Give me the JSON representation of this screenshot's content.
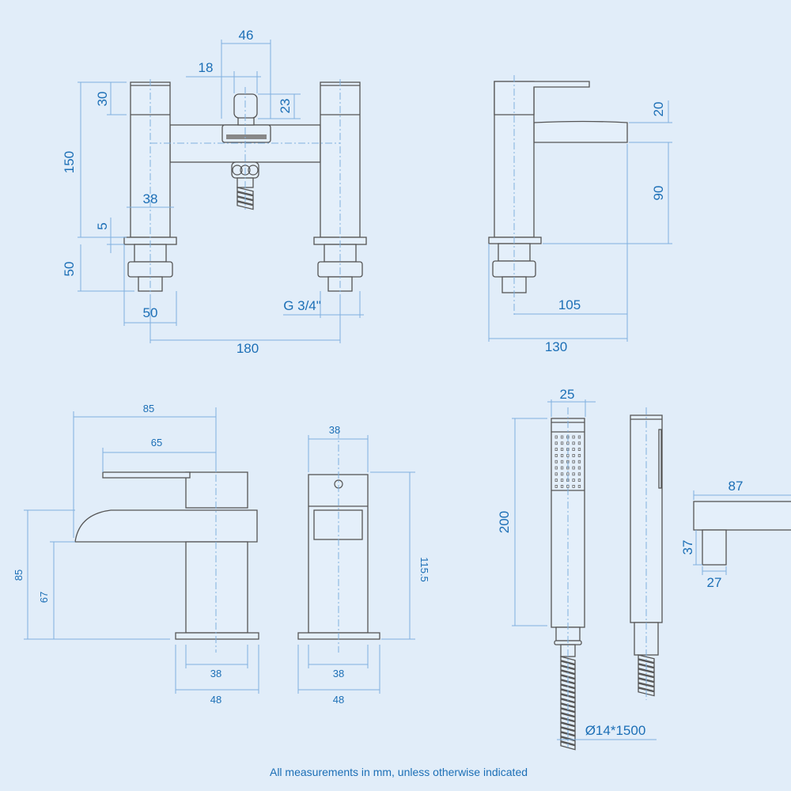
{
  "footer": "All measurements in mm, unless otherwise indicated",
  "colors": {
    "background": "#e1edf9",
    "dimension_text": "#1c6fb6",
    "dimension_line": "#7fb0de",
    "outline": "#555555"
  },
  "bath_filler": {
    "d46": "46",
    "d18": "18",
    "d23": "23",
    "d30": "30",
    "d150": "150",
    "d38": "38",
    "d5": "5",
    "d50_height": "50",
    "d50_width": "50",
    "thread": "G 3/4\"",
    "d180": "180"
  },
  "basin_side": {
    "d20": "20",
    "d90": "90",
    "d105": "105",
    "d130": "130"
  },
  "basin_mixer_side": {
    "d85_width": "85",
    "d65": "65",
    "d85_height": "85",
    "d67": "67",
    "d38": "38",
    "d48": "48"
  },
  "basin_mixer_front": {
    "d38_top": "38",
    "d115_5": "115.5",
    "d38_base": "38",
    "d48": "48"
  },
  "hand_shower": {
    "d25": "25",
    "d200": "200",
    "hose": "Ø14*1500"
  },
  "bracket": {
    "d87": "87",
    "d37": "37",
    "d27": "27"
  }
}
